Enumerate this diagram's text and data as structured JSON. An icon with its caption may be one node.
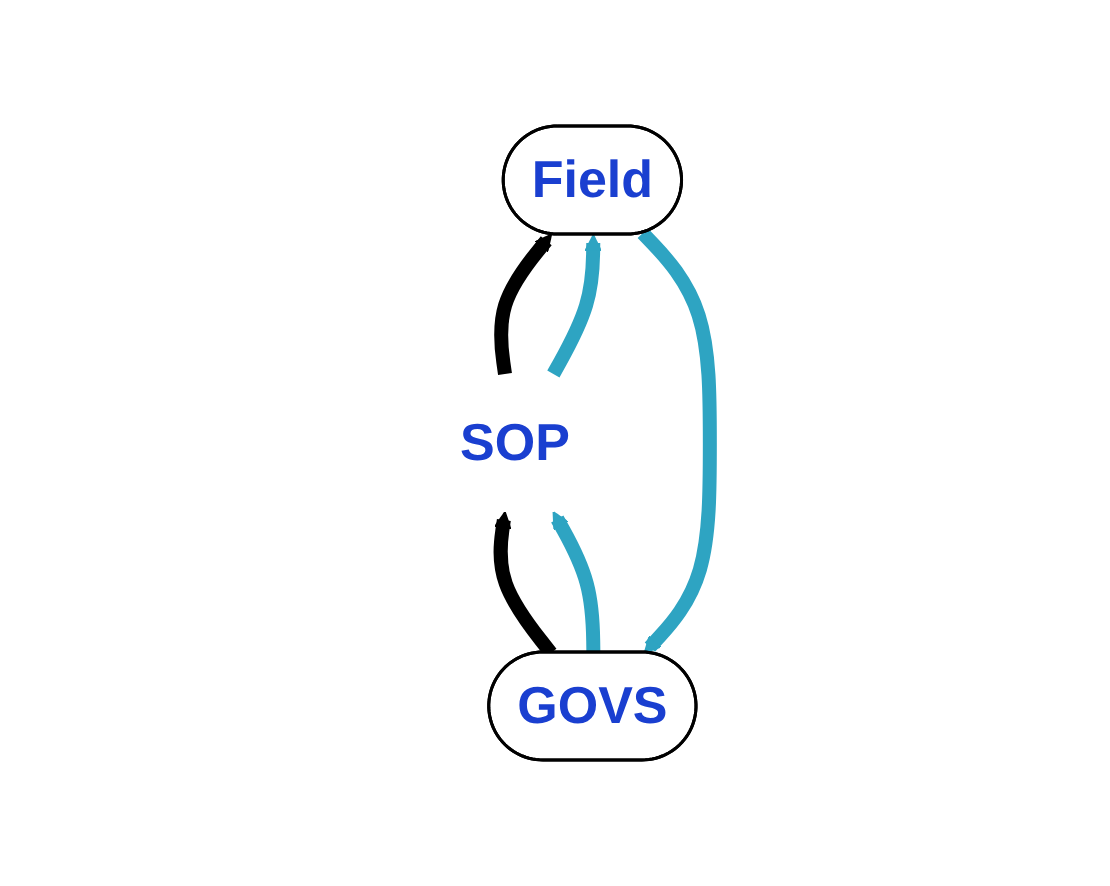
{
  "diagram": {
    "nodes": [
      {
        "text": [
          "Field"
        ]
      },
      {
        "text": [
          "SOP"
        ]
      },
      {
        "text": [
          "GOVS"
        ]
      }
    ],
    "edges": [
      {
        "from": 1,
        "to": 0,
        "arrow": "to",
        "color": "#000000"
      },
      {
        "from": 2,
        "to": 1,
        "arrow": "to",
        "color": "#000000"
      },
      {
        "from": 0,
        "to": 2,
        "arrow": "to",
        "color": "#2ea4c2"
      },
      {
        "from": 2,
        "to": 1,
        "arrow": "to",
        "color": "#2ea4c2"
      },
      {
        "from": 1,
        "to": 0,
        "arrow": "to",
        "color": "#2ea4c2"
      }
    ]
  }
}
